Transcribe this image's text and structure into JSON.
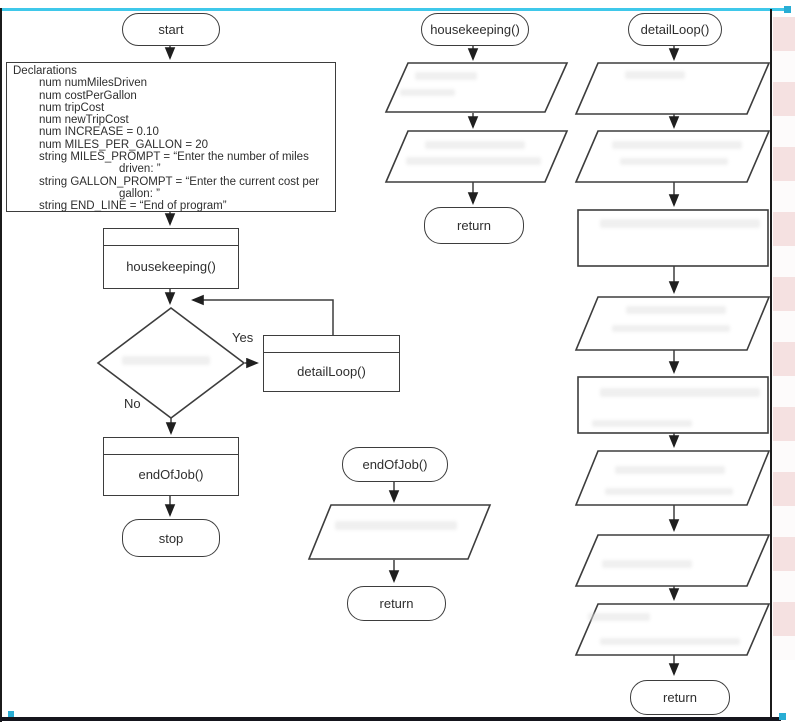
{
  "colors": {
    "selection_cyan": "#3fc8ea",
    "highlight_pink": "#f5e1e1",
    "line_color": "#3d3d3d"
  },
  "main_flow": {
    "start": "start",
    "declarations": {
      "lines": [
        {
          "indent": 0,
          "text": "Declarations"
        },
        {
          "indent": 1,
          "text": "num numMilesDriven"
        },
        {
          "indent": 1,
          "text": "num costPerGallon"
        },
        {
          "indent": 1,
          "text": "num tripCost"
        },
        {
          "indent": 1,
          "text": "num newTripCost"
        },
        {
          "indent": 1,
          "text": "num INCREASE = 0.10"
        },
        {
          "indent": 1,
          "text": "num MILES_PER_GALLON = 20"
        },
        {
          "indent": 1,
          "text": "string MILES_PROMPT = “Enter the number of miles"
        },
        {
          "indent": 2,
          "text": "driven: ”"
        },
        {
          "indent": 1,
          "text": "string GALLON_PROMPT = “Enter the current cost per"
        },
        {
          "indent": 2,
          "text": "gallon: ”"
        },
        {
          "indent": 1,
          "text": "string END_LINE = “End of program”"
        }
      ]
    },
    "housekeeping_call": "housekeeping()",
    "yes_label": "Yes",
    "no_label": "No",
    "detail_loop_call": "detailLoop()",
    "end_of_job_call": "endOfJob()",
    "stop": "stop"
  },
  "housekeeping_module": {
    "title": "housekeeping()",
    "return_label": "return"
  },
  "end_of_job_module": {
    "title": "endOfJob()",
    "return_label": "return"
  },
  "detail_loop_module": {
    "title": "detailLoop()",
    "return_label": "return"
  }
}
